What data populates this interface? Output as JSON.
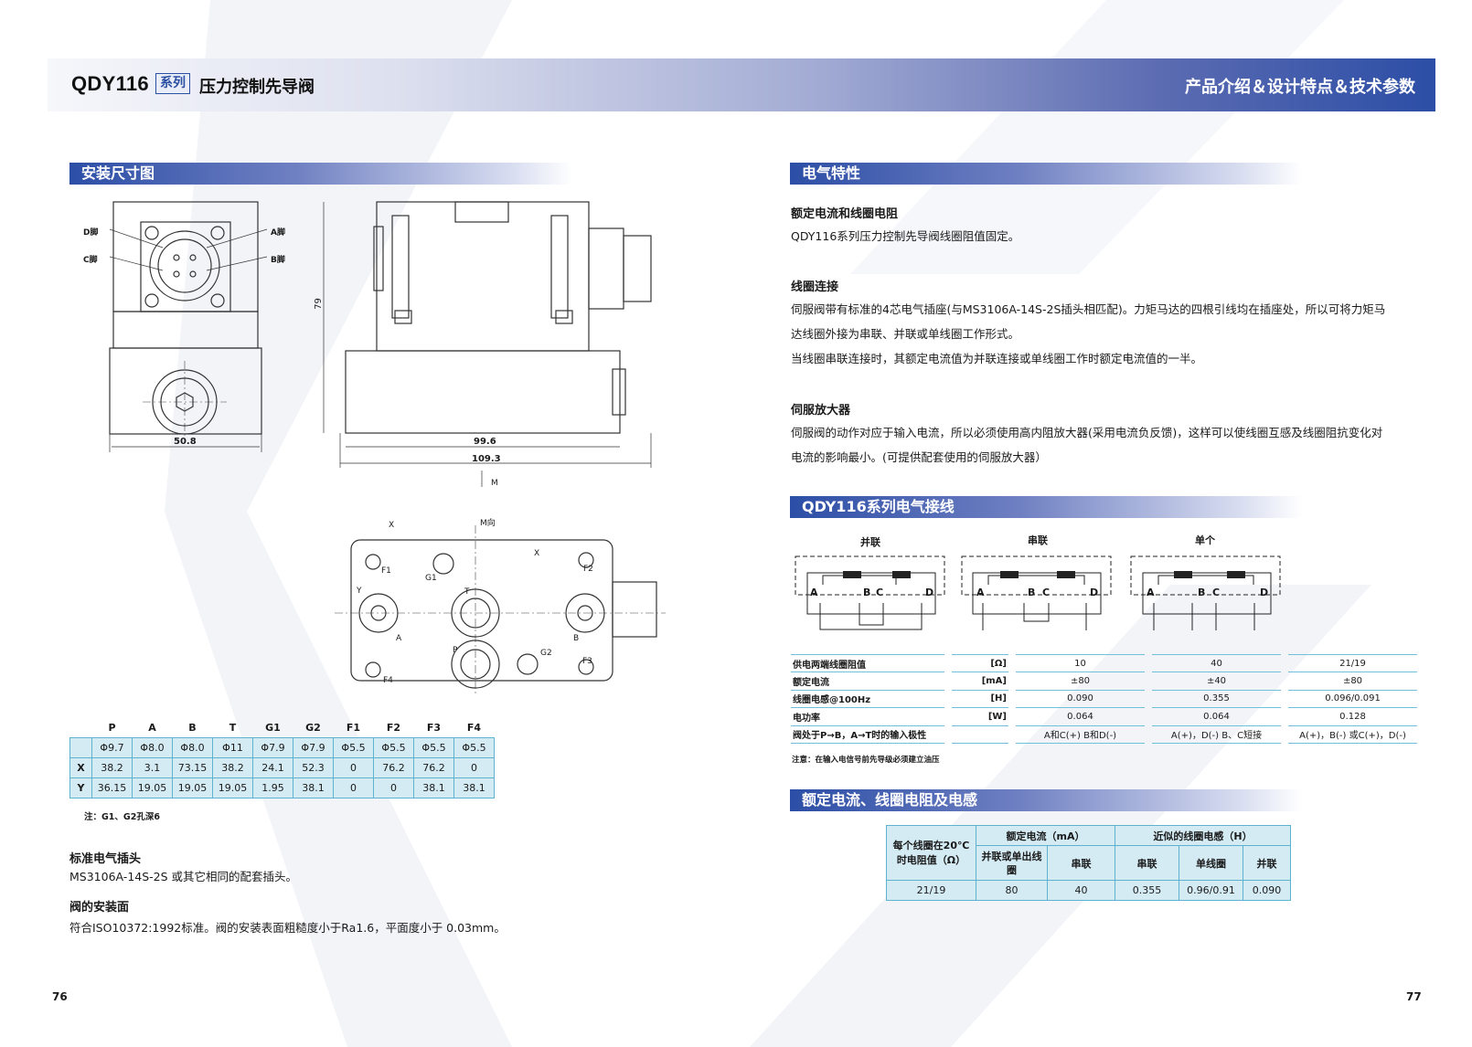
{
  "header": {
    "model": "QDY116",
    "series": "系列",
    "name": "压力控制先导阀",
    "right_title": "产品介绍＆设计特点＆技术参数"
  },
  "left": {
    "section_title": "安装尺寸图",
    "drawing": {
      "pin_d": "D脚",
      "pin_a": "A脚",
      "pin_c": "C脚",
      "pin_b": "B脚",
      "dim_79": "79",
      "dim_508": "50.8",
      "dim_996": "99.6",
      "dim_1093": "109.3",
      "m": "M",
      "m_dir": "M向",
      "x": "X",
      "y": "Y",
      "f1": "F1",
      "f2": "F2",
      "f3": "F3",
      "f4": "F4",
      "g1": "G1",
      "g2": "G2",
      "t": "T",
      "p": "P",
      "a": "A",
      "b": "B",
      "x2": "X"
    },
    "port_table": {
      "headers": [
        "P",
        "A",
        "B",
        "T",
        "G1",
        "G2",
        "F1",
        "F2",
        "F3",
        "F4"
      ],
      "rows": [
        {
          "label": "",
          "values": [
            "Φ9.7",
            "Φ8.0",
            "Φ8.0",
            "Φ11",
            "Φ7.9",
            "Φ7.9",
            "Φ5.5",
            "Φ5.5",
            "Φ5.5",
            "Φ5.5"
          ]
        },
        {
          "label": "X",
          "values": [
            "38.2",
            "3.1",
            "73.15",
            "38.2",
            "24.1",
            "52.3",
            "0",
            "76.2",
            "76.2",
            "0"
          ]
        },
        {
          "label": "Y",
          "values": [
            "36.15",
            "19.05",
            "19.05",
            "19.05",
            "1.95",
            "38.1",
            "0",
            "0",
            "38.1",
            "38.1"
          ]
        }
      ],
      "note": "注：G1、G2孔深6"
    },
    "plug_heading": "标准电气插头",
    "plug_text": "MS3106A-14S-2S 或其它相同的配套插头。",
    "mount_heading": "阀的安装面",
    "mount_text": "符合ISO10372:1992标准。阀的安装表面粗糙度小于Ra1.6，平面度小于 0.03mm。",
    "page_number": "76"
  },
  "right": {
    "elec_title": "电气特性",
    "rated_heading": "额定电流和线圈电阻",
    "rated_text": "QDY116系列压力控制先导阀线圈阻值固定。",
    "coil_heading": "线圈连接",
    "coil_text1": "伺服阀带有标准的4芯电气插座(与MS3106A-14S-2S插头相匹配)。力矩马达的四根引线均在插座处，所以可将力矩马",
    "coil_text2": "达线圈外接为串联、并联或单线圈工作形式。",
    "coil_text3": "当线圈串联连接时，其额定电流值为并联连接或单线圈工作时额定电流值的一半。",
    "amp_heading": "伺服放大器",
    "amp_text1": "伺服阀的动作对应于输入电流，所以必须使用高内阻放大器(采用电流负反馈)，这样可以使线圈互感及线圈阻抗变化对",
    "amp_text2": "电流的影响最小。(可提供配套使用的伺服放大器）",
    "wiring_title": "QDY116系列电气接线",
    "wiring": {
      "parallel": "并联",
      "series": "串联",
      "single": "单个",
      "a": "A",
      "b": "B",
      "c": "C",
      "d": "D"
    },
    "elec_table": {
      "rows": [
        {
          "label": "供电两端线圈阻值",
          "unit": "[Ω]",
          "values": [
            "10",
            "40",
            "21/19"
          ]
        },
        {
          "label": "额定电流",
          "unit": "[mA]",
          "values": [
            "±80",
            "±40",
            "±80"
          ]
        },
        {
          "label": "线圈电感@100Hz",
          "unit": "[H]",
          "values": [
            "0.090",
            "0.355",
            "0.096/0.091"
          ]
        },
        {
          "label": "电功率",
          "unit": "[W]",
          "values": [
            "0.064",
            "0.064",
            "0.128"
          ]
        },
        {
          "label": "阀处于P→B，A→T时的输入极性",
          "unit": "",
          "values": [
            "A和C(+)  B和D(-)",
            "A(+)，D(-)  B、C短接",
            "A(+)，B(-) 或C(+)，D(-)"
          ]
        }
      ],
      "note": "注意：在输入电信号前先导级必须建立油压"
    },
    "resist_title": "额定电流、线圈电阻及电感",
    "resist_table": {
      "h_resist": "每个线圈在20℃时电阻值（Ω）",
      "h_current": "额定电流（mA）",
      "h_induct": "近似的线圈电感（H）",
      "h_par_single": "并联或单出线圈",
      "h_series": "串联",
      "h_series2": "串联",
      "h_single": "单线圈",
      "h_parallel": "并联",
      "values": [
        "21/19",
        "80",
        "40",
        "0.355",
        "0.96/0.91",
        "0.090"
      ]
    },
    "page_number": "77"
  }
}
